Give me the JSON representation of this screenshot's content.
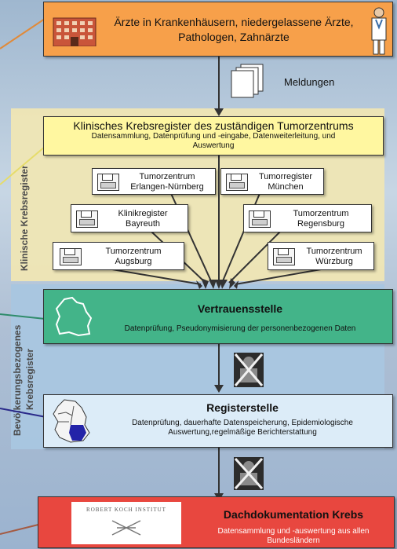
{
  "top_box": {
    "text": "Ärzte in Krankenhäusern, niedergelassene Ärzte, Pathologen, Zahnärzte",
    "color": "#f7a04a"
  },
  "meldungen_label": "Meldungen",
  "klinisch_band": {
    "side_label": "Klinische Krebsregister",
    "color": "#efe6b4"
  },
  "klinisch_main": {
    "title": "Klinisches Krebsregister des zuständigen Tumorzentrums",
    "subtitle": "Datensammlung, Datenprüfung und -eingabe, Datenweiterleitung, und Auswertung",
    "color": "#fff7a0"
  },
  "centers": [
    {
      "line1": "Tumorzentrum",
      "line2": "Erlangen-Nürnberg"
    },
    {
      "line1": "Tumorregister",
      "line2": "München"
    },
    {
      "line1": "Klinikregister",
      "line2": "Bayreuth"
    },
    {
      "line1": "Tumorzentrum",
      "line2": "Regensburg"
    },
    {
      "line1": "Tumorzentrum",
      "line2": "Augsburg"
    },
    {
      "line1": "Tumorzentrum",
      "line2": "Würzburg"
    }
  ],
  "bev_band": {
    "side_label_line1": "Bevölkerungsbezogenes",
    "side_label_line2": "Krebsregister",
    "color": "#a9c6e0"
  },
  "vertrauen": {
    "title": "Vertrauensstelle",
    "subtitle": "Datenprüfung, Pseudonymisierung der personenbezogenen Daten",
    "color": "#43b489"
  },
  "register": {
    "title": "Registerstelle",
    "subtitle": "Datenprüfung, dauerhafte Datenspeicherung, Epidemiologische Auswertung,regelmäßige Berichterstattung",
    "color": "#dcecf8"
  },
  "dach": {
    "title": "Dachdokumentation Krebs",
    "subtitle": "Datensammlung und -auswertung aus allen Bundesländern",
    "logo_text": "ROBERT KOCH INSTITUT",
    "color": "#e8473f"
  }
}
